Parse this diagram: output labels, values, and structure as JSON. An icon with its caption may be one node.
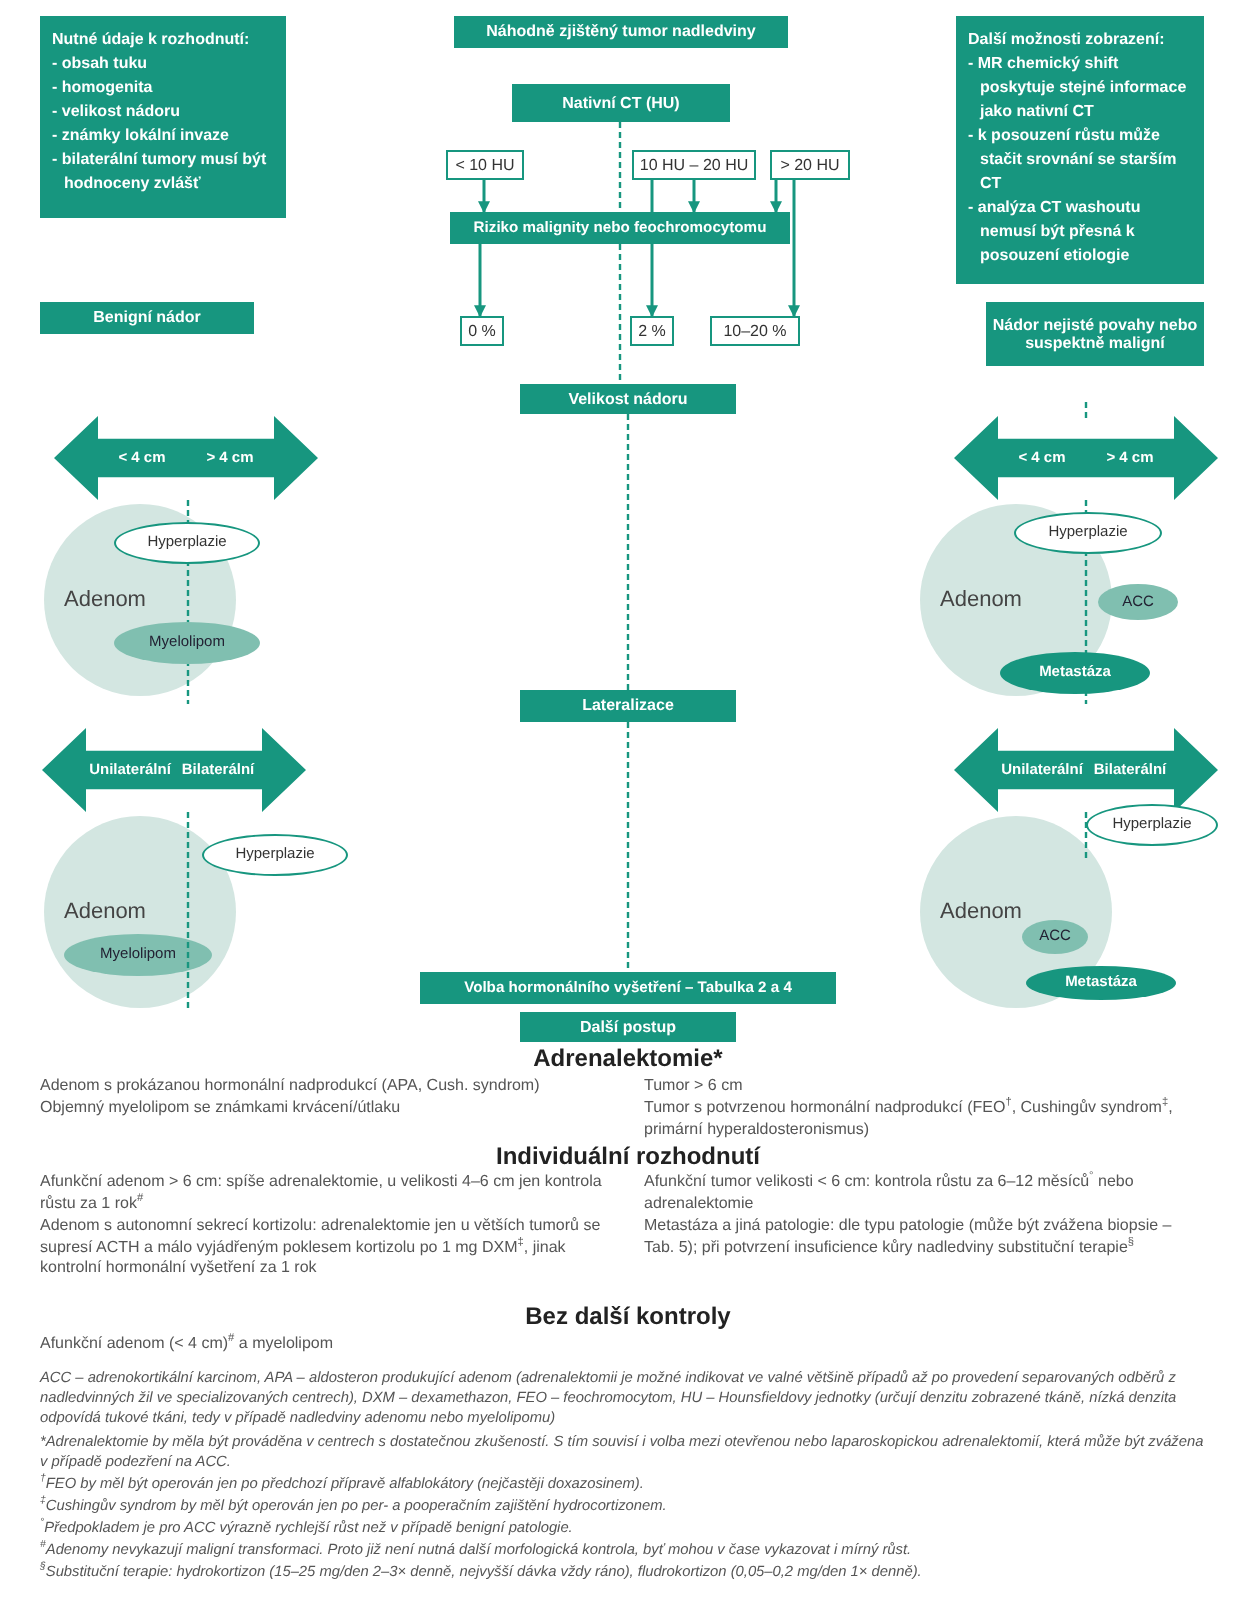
{
  "diagram": {
    "nodes": [
      {
        "text": [
          "Nutné údaje k rozhodnutí:",
          "- obsah tuku",
          "- homogenita",
          "- velikost nádoru",
          "- známky lokální invaze",
          "- bilaterální tumory musí být hodnoceny zvlášť"
        ]
      },
      {
        "text": [
          "Náhodně zjištěný tumor nadledviny"
        ]
      },
      {
        "text": [
          "Další možnosti zobrazení:",
          "- MR chemický shift poskytuje stejné informace jako nativní CT",
          "- k posouzení růstu může stačit srovnání se starším CT",
          "- analýza CT washoutu nemusí být přesná k posouzení etiologie"
        ]
      },
      {
        "text": [
          "Nativní CT (HU)"
        ]
      },
      {
        "text": [
          "< 10 HU"
        ]
      },
      {
        "text": [
          "10 HU – 20 HU"
        ]
      },
      {
        "text": [
          "> 20 HU"
        ]
      },
      {
        "text": [
          "Riziko malignity nebo feochromocytomu"
        ]
      },
      {
        "text": [
          "0 %"
        ]
      },
      {
        "text": [
          "2 %"
        ]
      },
      {
        "text": [
          "10–20 %"
        ]
      },
      {
        "text": [
          "Benigní nádor"
        ]
      },
      {
        "text": [
          "Nádor nejisté povahy nebo suspektně maligní"
        ]
      },
      {
        "text": [
          "Velikost nádoru"
        ]
      },
      {
        "text": [
          "< 4 cm",
          "> 4 cm"
        ]
      },
      {
        "text": [
          "Adenom"
        ]
      },
      {
        "text": [
          "Hyperplazie"
        ]
      },
      {
        "text": [
          "Myelolipom"
        ]
      },
      {
        "text": [
          "< 4 cm",
          "> 4 cm"
        ]
      },
      {
        "text": [
          "Adenom"
        ]
      },
      {
        "text": [
          "Hyperplazie"
        ]
      },
      {
        "text": [
          "ACC"
        ]
      },
      {
        "text": [
          "Metastáza"
        ]
      },
      {
        "text": [
          "Lateralizace"
        ]
      },
      {
        "text": [
          "Unilaterální",
          "Bilaterální"
        ]
      },
      {
        "text": [
          "Adenom"
        ]
      },
      {
        "text": [
          "Hyperplazie"
        ]
      },
      {
        "text": [
          "Myelolipom"
        ],
        "in": 25
      },
      {
        "text": [
          "Unilaterální",
          "Bilaterální"
        ]
      },
      {
        "text": [
          "Adenom"
        ]
      },
      {
        "text": [
          "Hyperplazie"
        ]
      },
      {
        "text": [
          "ACC"
        ],
        "in": 29
      },
      {
        "text": [
          "Metastáza"
        ]
      },
      {
        "text": [
          "Volba hormonálního vyšetření – Tabulka 2 a 4"
        ]
      },
      {
        "text": [
          "Další postup"
        ]
      }
    ],
    "edges": [
      {
        "from": 3,
        "to": 7,
        "arrow": "none",
        "style": "dashed"
      },
      {
        "from": 4,
        "to": 7,
        "arrow": "to"
      },
      {
        "from": 5,
        "to": 7,
        "arrow": "to"
      },
      {
        "from": 6,
        "to": 7,
        "arrow": "to"
      },
      {
        "from": 7,
        "to": 8,
        "arrow": "to"
      },
      {
        "from": 7,
        "to": 9,
        "arrow": "to"
      },
      {
        "from": 6,
        "to": 10,
        "arrow": "to"
      },
      {
        "from": 7,
        "to": 13,
        "arrow": "none",
        "style": "dashed"
      },
      {
        "from": 13,
        "to": 23,
        "arrow": "none",
        "style": "dashed"
      },
      {
        "from": 23,
        "to": 33,
        "arrow": "none",
        "style": "dashed"
      },
      {
        "from": 5,
        "to": 7,
        "arrow": "none"
      }
    ],
    "labels": [
      "Adrenalektomie*",
      "Adenom s prokázanou hormonální nadprodukcí (APA, Cush. syndrom)",
      "Tumor > 6 cm",
      "Objemný myelolipom se známkami krvácení/útlaku",
      "Tumor s potvrzenou hormonální nadprodukcí (FEO$^{†}$, Cushingův syndrom$^{‡}$, primární hyperaldosteronismus)",
      "Individuální rozhodnutí",
      "Afunkční adenom > 6 cm: spíše adrenalektomie, u velikosti 4–6 cm jen kontrola růstu za 1 rok$^{#}$",
      "Afunkční tumor velikosti < 6 cm: kontrola růstu za 6–12 měsíců$^{°}$ nebo adrenalektomie",
      "Adenom s autonomní sekrecí kortizolu: adrenalektomie jen u větších tumorů se supresí ACTH a málo vyjádřeným poklesem kortizolu po 1 mg DXM$^{‡}$, jinak kontrolní hormonální vyšetření za 1 rok",
      "Metastáza a jiná patologie: dle typu patologie (může být zvážena biopsie – Tab. 5); při potvrzení insuficience kůry nadledviny substituční terapie$^{§}$",
      "Bez další kontroly",
      "Afunkční adenom (< 4 cm)$^{#}$ a myelolipom",
      "ACC – adrenokortikální karcinom, APA – aldosteron produkující adenom (adrenalektomii je možné indikovat ve valné většině případů až po provedení separovaných odběrů z nadledvinných žil ve specializovaných centrech), DXM – dexamethazon, FEO – feochromocytom, HU – Hounsfieldovy jednotky (určují denzitu zobrazené tkáně, nízká denzita odpovídá tukové tkáni, tedy v případě nadledviny adenomu nebo myelolipomu)",
      "*Adrenalektomie by měla být prováděna v centrech s dostatečnou zkušeností. S tím souvisí i volba mezi otevřenou nebo laparoskopickou adrenalektomií, která může být zvážena v případě podezření na ACC.",
      "$^{†}$FEO by měl být operován jen po předchozí přípravě alfablokátory (nejčastěji doxazosinem).",
      "$^{‡}$Cushingův syndrom by měl být operován jen po per- a pooperačním zajištění hydrocortizonem.",
      "$^{°}$Předpokladem je pro ACC výrazně rychlejší růst než v případě benigní patologie.",
      "$^{#}$Adenomy nevykazují maligní transformaci. Proto již není nutná další morfologická kontrola, byť mohou v čase vykazovat i mírný růst.",
      "$^{§}$Substituční terapie: hydrokortizon (15–25 mg/den 2–3× denně, nejvyšší dávka vždy ráno), fludrokortizon (0,05–0,2 mg/den 1× denně)."
    ]
  }
}
